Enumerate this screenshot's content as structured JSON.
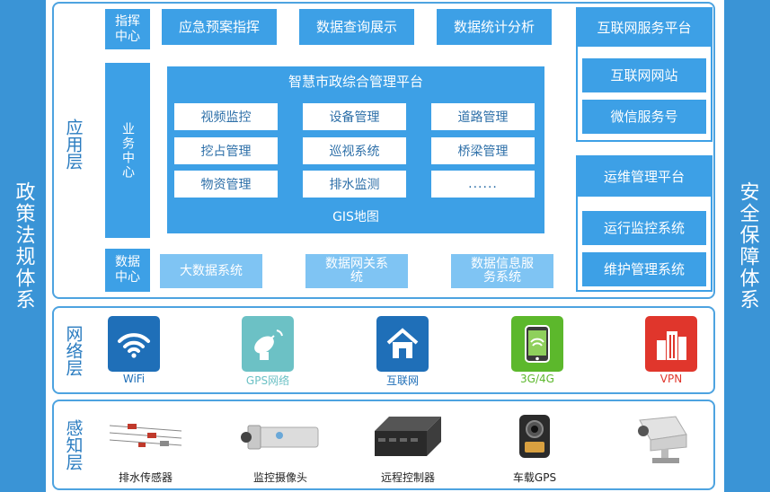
{
  "left_bar": "政策法规体系",
  "right_bar": "安全保障体系",
  "app_layer": {
    "label": "应用层",
    "command_center": {
      "label": "指挥中心",
      "items": [
        "应急预案指挥",
        "数据查询展示",
        "数据统计分析"
      ]
    },
    "business_center": {
      "label": "业务中心",
      "platform_title": "智慧市政综合管理平台",
      "modules": [
        "视频监控",
        "设备管理",
        "道路管理",
        "挖占管理",
        "巡视系统",
        "桥梁管理",
        "物资管理",
        "排水监测",
        "......"
      ],
      "gis": "GIS地图"
    },
    "data_center": {
      "label": "数据中心",
      "items": [
        "大数据系统",
        "数据网关系统",
        "数据信息服务系统"
      ]
    },
    "internet_platform": {
      "title": "互联网服务平台",
      "items": [
        "互联网网站",
        "微信服务号"
      ]
    },
    "ops_platform": {
      "title": "运维管理平台",
      "items": [
        "运行监控系统",
        "维护管理系统"
      ]
    }
  },
  "network_layer": {
    "label": "网络层",
    "items": [
      {
        "name": "WiFi",
        "icon": "wifi-icon",
        "color": "#1f6fb8"
      },
      {
        "name": "GPS网络",
        "icon": "satellite-dish-icon",
        "color": "#6cc1c5"
      },
      {
        "name": "互联网",
        "icon": "house-icon",
        "color": "#1f6fb8"
      },
      {
        "name": "3G/4G",
        "icon": "mobile-phone-icon",
        "color": "#5cb82c"
      },
      {
        "name": "VPN",
        "icon": "building-icon",
        "color": "#e0362c"
      }
    ]
  },
  "perception_layer": {
    "label": "感知层",
    "items": [
      {
        "name": "排水传感器",
        "icon": "sensor-icon"
      },
      {
        "name": "监控摄像头",
        "icon": "camera-icon"
      },
      {
        "name": "远程控制器",
        "icon": "controller-icon"
      },
      {
        "name": "车载GPS",
        "icon": "gps-device-icon"
      },
      {
        "name": "",
        "icon": "bullet-camera-icon"
      }
    ]
  },
  "colors": {
    "accent": "#3a94d6",
    "light_box": "#7fc4f3",
    "dark_box": "#3da0e6"
  }
}
